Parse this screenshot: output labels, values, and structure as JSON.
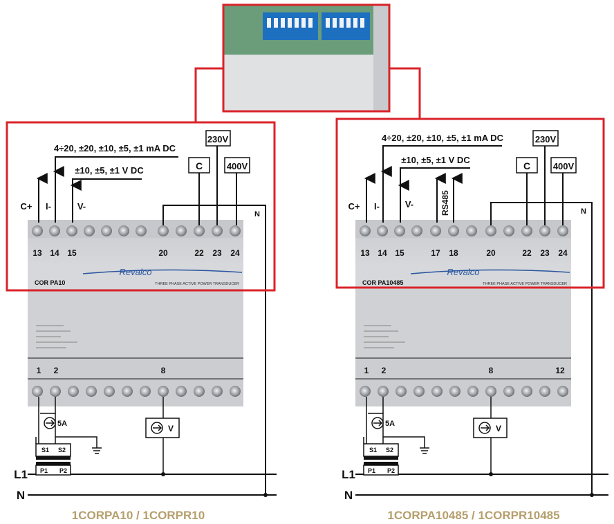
{
  "models": [
    {
      "name": "1CORPA10 / 1CORPR10",
      "brand": "Revalco",
      "code": "COR PA10",
      "subtitle": "THREE PHASE ACTIVE POWER TRANSDUCER",
      "mA_label": "4÷20, ±20, ±10, ±5, ±1 mA DC",
      "v_label": "±10, ±5, ±1 V DC",
      "out_plus": "C+",
      "out_i": "I-",
      "out_v": "V-",
      "v230": "230V",
      "v400": "400V",
      "c": "C",
      "n_right": "N",
      "top_terms": [
        "13",
        "14",
        "15",
        "20",
        "22",
        "23",
        "24"
      ],
      "bottom_terms": [
        "1",
        "2",
        "8"
      ],
      "ct_label": "5A",
      "vt_label": "V",
      "s1": "S1",
      "s2": "S2",
      "p1": "P1",
      "p2": "P2",
      "L1": "L1",
      "N": "N"
    },
    {
      "name": "1CORPA10485 / 1CORPR10485",
      "brand": "Revalco",
      "code": "COR PA10485",
      "subtitle": "THREE PHASE ACTIVE POWER TRANSDUCER",
      "mA_label": "4÷20, ±20, ±10, ±5, ±1 mA DC",
      "v_label": "±10, ±5, ±1 V DC",
      "rs": "RS485",
      "out_plus": "C+",
      "out_i": "I-",
      "out_v": "V-",
      "v230": "230V",
      "v400": "400V",
      "c": "C",
      "n_right": "N",
      "top_terms": [
        "13",
        "14",
        "15",
        "17",
        "18",
        "20",
        "22",
        "23",
        "24"
      ],
      "bottom_terms": [
        "1",
        "2",
        "8",
        "12"
      ],
      "ct_label": "5A",
      "vt_label": "V",
      "s1": "S1",
      "s2": "S2",
      "p1": "P1",
      "p2": "P2",
      "L1": "L1",
      "N": "N"
    }
  ],
  "colors": {
    "frame": "#d9232a",
    "caption": "#b59f6d",
    "device": "#d9dbde",
    "deviceDark": "#b9bcc0",
    "blueBrand": "#2a55a0",
    "dipGreen": "#4c8a5a",
    "dipBlue": "#1e6fb8"
  }
}
